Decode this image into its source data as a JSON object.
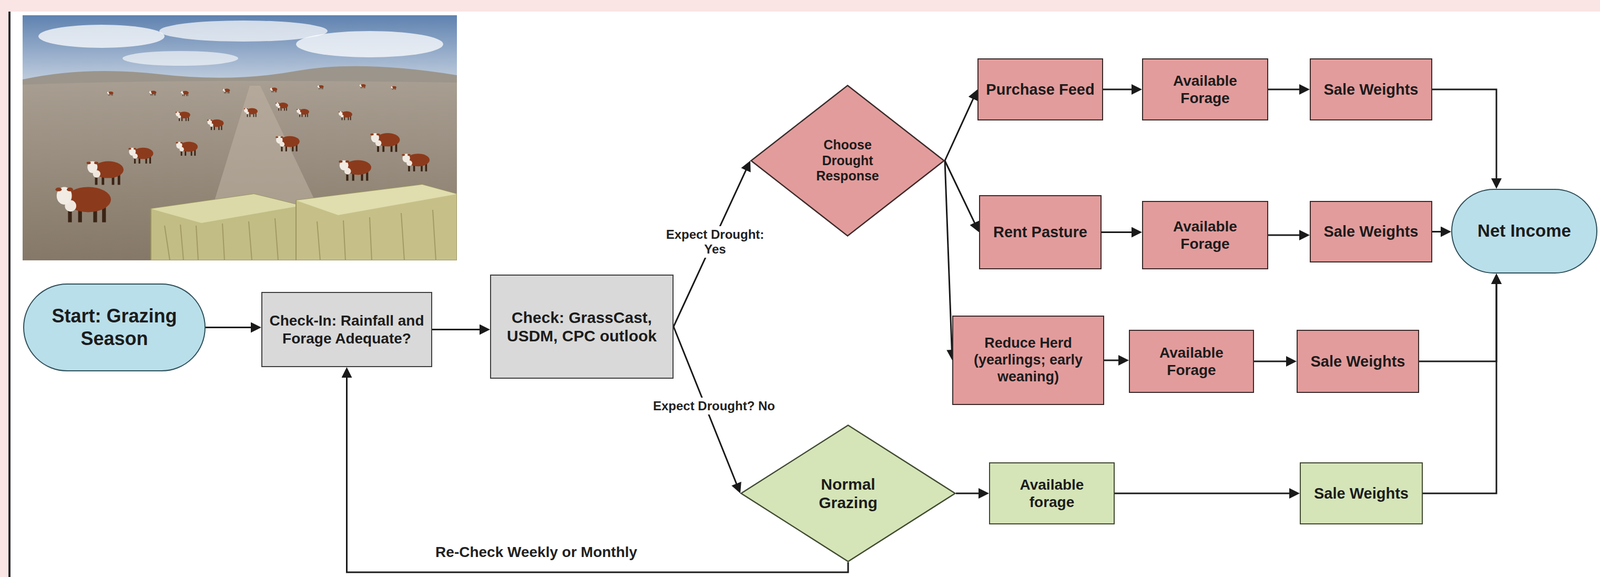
{
  "diagram": {
    "nodes": [
      {
        "text": [
          "Start: Grazing Season"
        ]
      },
      {
        "text": [
          "Check-In: Rainfall and Forage Adequate?"
        ]
      },
      {
        "text": [
          "Check: GrassCast, USDM, CPC outlook"
        ]
      },
      {
        "text": [
          "Choose Drought Response"
        ]
      },
      {
        "text": [
          "Purchase Feed"
        ]
      },
      {
        "text": [
          "Available Forage"
        ]
      },
      {
        "text": [
          "Sale Weights"
        ]
      },
      {
        "text": [
          "Rent Pasture"
        ]
      },
      {
        "text": [
          "Available Forage"
        ]
      },
      {
        "text": [
          "Sale Weights"
        ]
      },
      {
        "text": [
          "Reduce Herd (yearlings; early weaning)"
        ]
      },
      {
        "text": [
          "Available Forage"
        ]
      },
      {
        "text": [
          "Sale Weights"
        ]
      },
      {
        "text": [
          "Normal Grazing"
        ]
      },
      {
        "text": [
          "Available forage"
        ]
      },
      {
        "text": [
          "Sale Weights"
        ]
      },
      {
        "text": [
          "Net Income"
        ]
      }
    ],
    "edges": [
      {
        "from": 0,
        "to": 1,
        "arrow": "to"
      },
      {
        "from": 1,
        "to": 2,
        "arrow": "to"
      },
      {
        "from": 2,
        "to": 3,
        "label": "Expect Drought: Yes",
        "arrow": "to"
      },
      {
        "from": 2,
        "to": 13,
        "label": "Expect Drought? No",
        "arrow": "to"
      },
      {
        "from": 3,
        "to": 4,
        "arrow": "to"
      },
      {
        "from": 3,
        "to": 7,
        "arrow": "to"
      },
      {
        "from": 3,
        "to": 10,
        "arrow": "to"
      },
      {
        "from": 4,
        "to": 5,
        "arrow": "to"
      },
      {
        "from": 5,
        "to": 6,
        "arrow": "to"
      },
      {
        "from": 7,
        "to": 8,
        "arrow": "to"
      },
      {
        "from": 8,
        "to": 9,
        "arrow": "to"
      },
      {
        "from": 10,
        "to": 11,
        "arrow": "to"
      },
      {
        "from": 11,
        "to": 12,
        "arrow": "to"
      },
      {
        "from": 13,
        "to": 14,
        "arrow": "to"
      },
      {
        "from": 14,
        "to": 15,
        "arrow": "to"
      },
      {
        "from": 6,
        "to": 16,
        "arrow": "to"
      },
      {
        "from": 9,
        "to": 16,
        "arrow": "to"
      },
      {
        "from": 12,
        "to": 16,
        "arrow": "to"
      },
      {
        "from": 15,
        "to": 16,
        "arrow": "to"
      },
      {
        "from": 13,
        "to": 1,
        "label": "Re-Check Weekly or Monthly",
        "arrow": "to"
      }
    ]
  }
}
